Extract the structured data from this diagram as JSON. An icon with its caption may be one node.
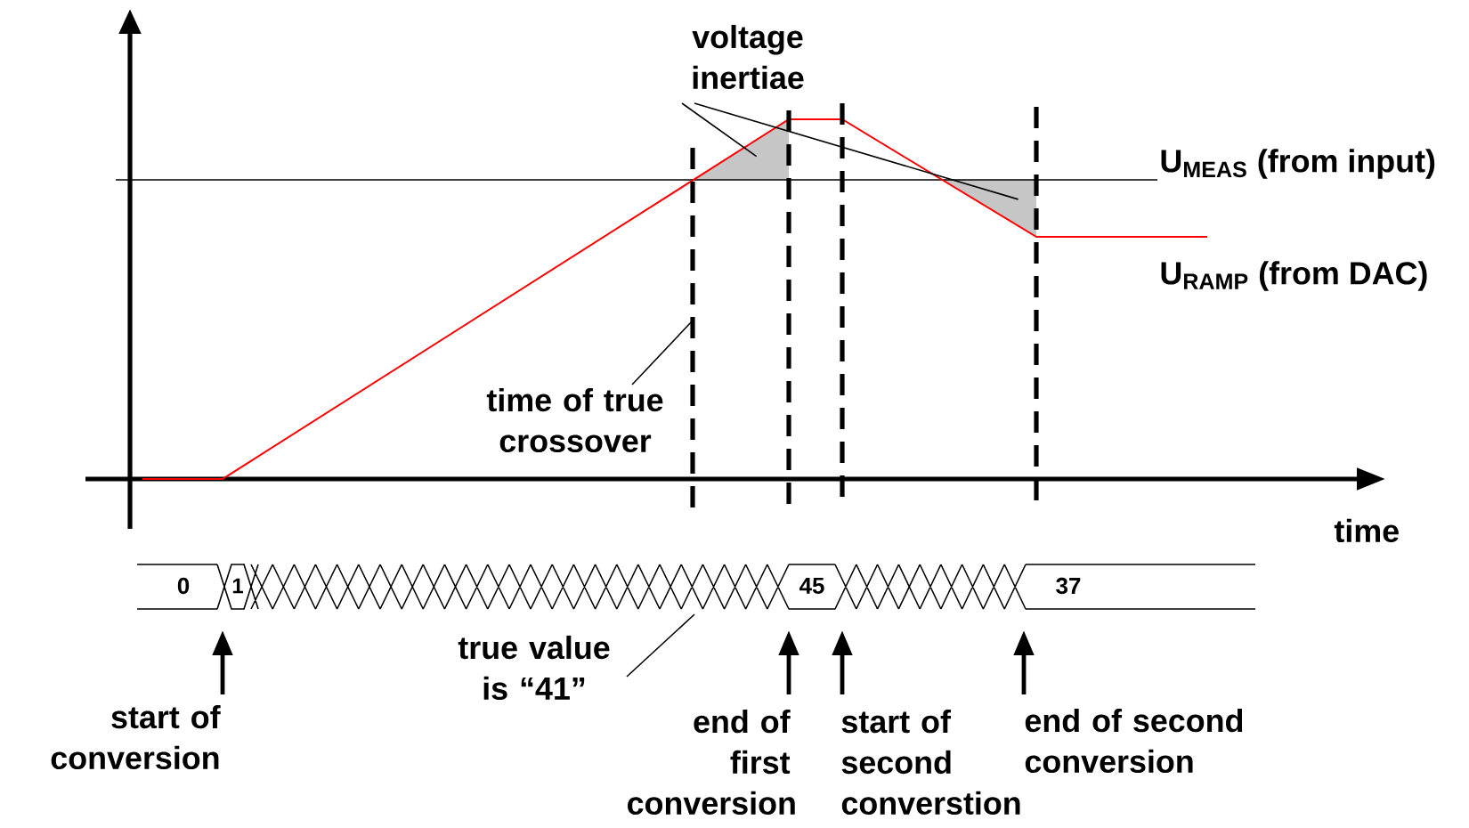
{
  "diagram": {
    "nodes": [
      {
        "text": [
          "voltage inertiae"
        ]
      },
      {
        "text": [],
        "shape": "triangle"
      },
      {
        "text": [],
        "shape": "triangle"
      },
      {
        "text": [
          "time of true crossover"
        ]
      },
      {
        "text": [
          "true value is “41”"
        ]
      },
      {
        "text": [
          "start of conversion"
        ]
      },
      {
        "text": [
          "end of first conversion"
        ]
      },
      {
        "text": [
          "start of second converstion"
        ]
      },
      {
        "text": [
          "end of second conversion"
        ]
      }
    ],
    "edges": [
      {
        "from": 0,
        "to": 1,
        "arrow": "none"
      },
      {
        "from": 0,
        "to": 2,
        "arrow": "none"
      },
      {
        "from": 3,
        "to": null,
        "arrow": "none"
      },
      {
        "from": 4,
        "to": null,
        "arrow": "none"
      },
      {
        "from": 5,
        "to": null,
        "arrow": "to",
        "style": "thick"
      },
      {
        "from": 6,
        "to": null,
        "arrow": "to",
        "style": "thick"
      },
      {
        "from": 7,
        "to": null,
        "arrow": "to",
        "style": "thick"
      },
      {
        "from": 8,
        "to": null,
        "arrow": "to",
        "style": "thick"
      }
    ],
    "labels": [
      "U$_{MEAS}$ (from input)",
      "U$_{RAMP}$ (from DAC)",
      "time",
      "0",
      "1",
      "45",
      "37"
    ]
  }
}
